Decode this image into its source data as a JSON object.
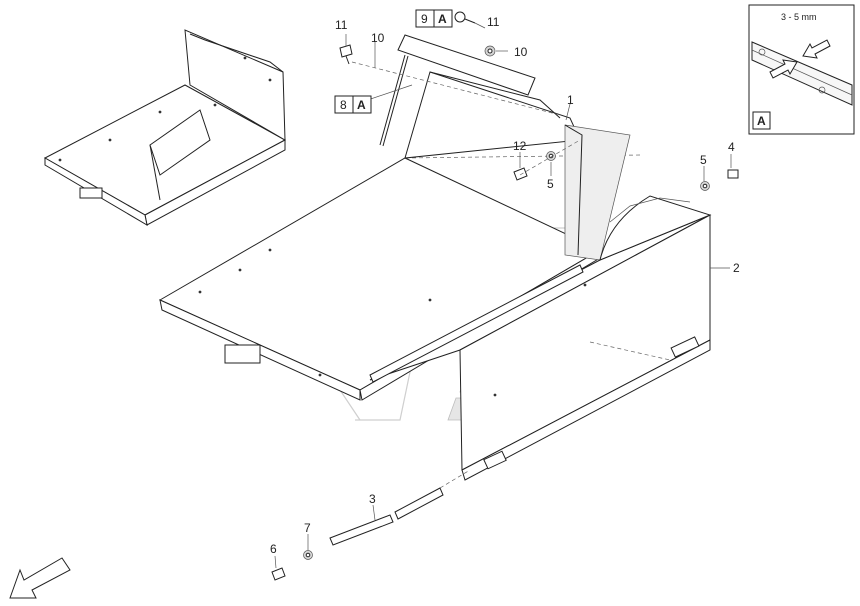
{
  "callouts": {
    "p1": "1",
    "p2": "2",
    "p3": "3",
    "p4": "4",
    "p5a": "5",
    "p5b": "5",
    "p6": "6",
    "p7": "7",
    "p10a": "10",
    "p10b": "10",
    "p11a": "11",
    "p11b": "11",
    "p12": "12"
  },
  "refs": {
    "ref8": {
      "num": "8",
      "letter": "A"
    },
    "ref9": {
      "num": "9",
      "letter": "A"
    }
  },
  "detail": {
    "gap_label": "3 - 5 mm",
    "letter": "A"
  }
}
